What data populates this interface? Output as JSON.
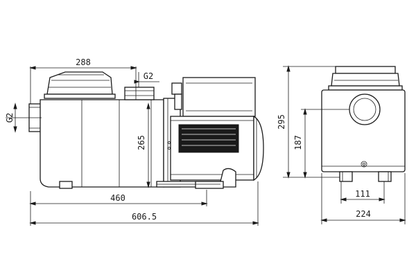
{
  "drawing": {
    "side_view": {
      "dimensions": {
        "basket_width": "288",
        "outlet_thread": "G2",
        "inlet_thread": "G2",
        "height": "265",
        "pump_length": "460",
        "overall_length": "606.5"
      }
    },
    "front_view": {
      "dimensions": {
        "overall_height": "295",
        "inlet_center_height": "187",
        "foot_spacing": "111",
        "overall_width": "224"
      }
    }
  }
}
